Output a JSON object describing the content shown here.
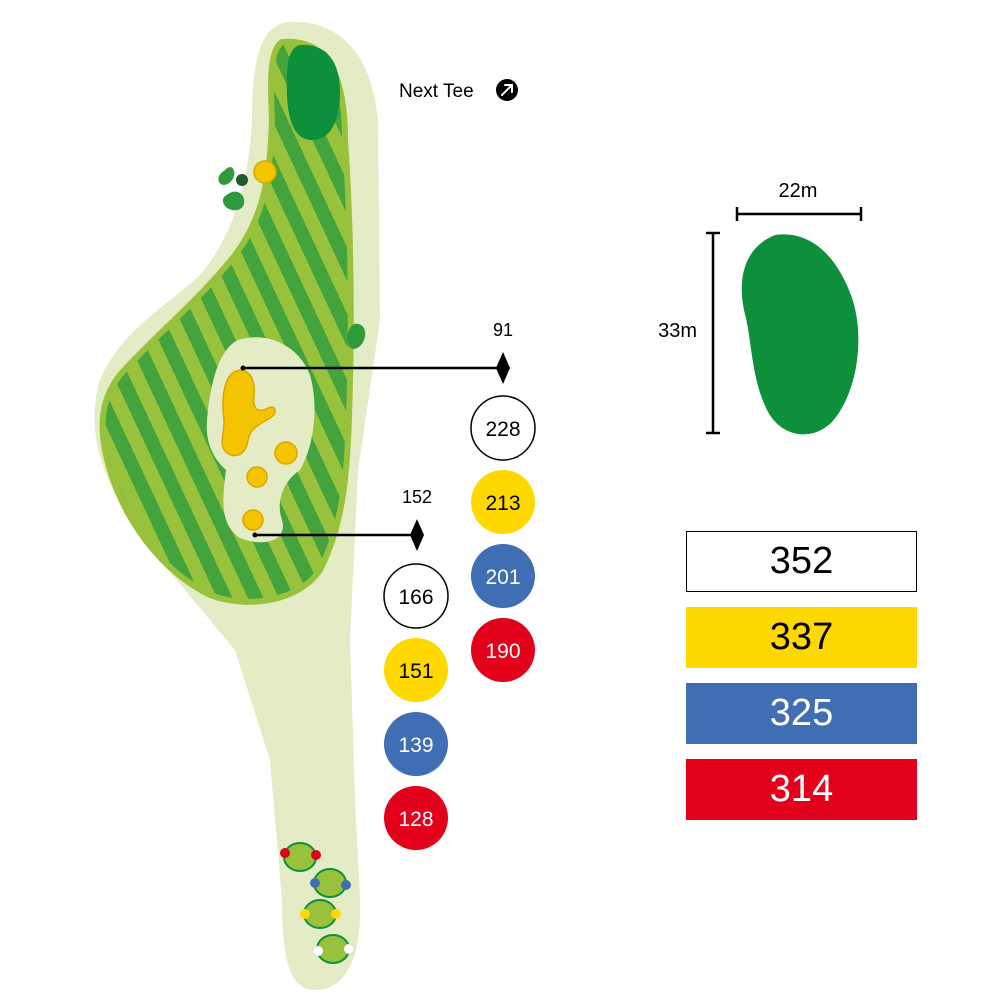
{
  "next_tee": {
    "label": "Next Tee",
    "icon": "arrow-up-right-icon"
  },
  "markers": [
    {
      "distance_label": "91",
      "yardages": [
        {
          "tee": "white",
          "value": "228"
        },
        {
          "tee": "yellow",
          "value": "213"
        },
        {
          "tee": "blue",
          "value": "201"
        },
        {
          "tee": "red",
          "value": "190"
        }
      ]
    },
    {
      "distance_label": "152",
      "yardages": [
        {
          "tee": "white",
          "value": "166"
        },
        {
          "tee": "yellow",
          "value": "151"
        },
        {
          "tee": "blue",
          "value": "139"
        },
        {
          "tee": "red",
          "value": "128"
        }
      ]
    }
  ],
  "green_detail": {
    "width_label": "22m",
    "depth_label": "33m"
  },
  "hole_lengths": [
    {
      "tee": "white",
      "value": "352"
    },
    {
      "tee": "yellow",
      "value": "337"
    },
    {
      "tee": "blue",
      "value": "325"
    },
    {
      "tee": "red",
      "value": "314"
    }
  ],
  "colors": {
    "white": "#ffffff",
    "yellow": "#ffd800",
    "blue": "#3f6eb5",
    "red": "#e2001a",
    "rough": "#e3ecc4",
    "fairway_light": "#98c23c",
    "fairway_dark": "#43a33c",
    "green": "#0d8f3b",
    "sand": "#f5c400"
  }
}
